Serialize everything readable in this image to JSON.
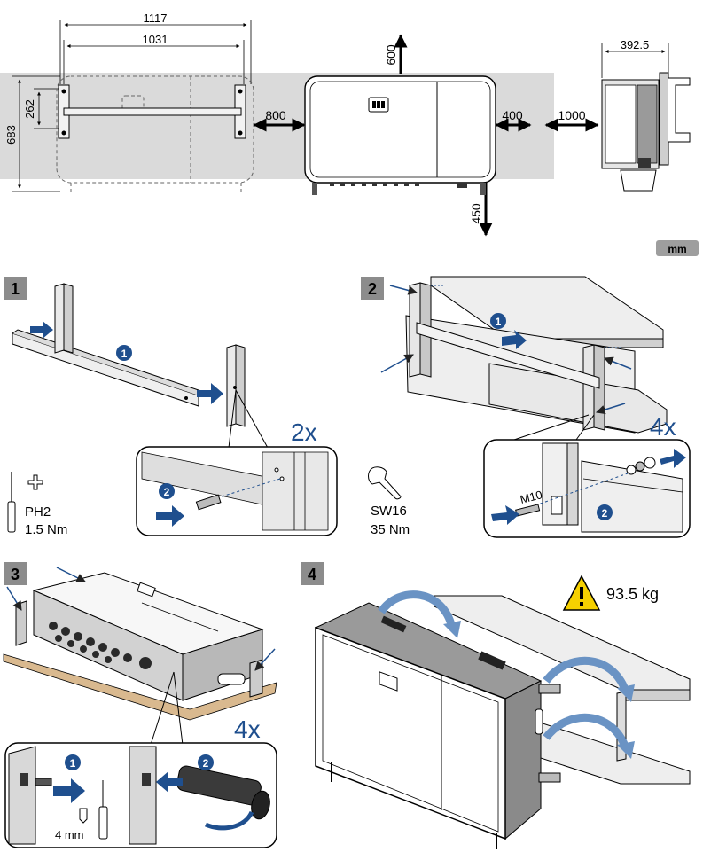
{
  "dimensions": {
    "width_total": "1117",
    "width_bracket": "1031",
    "height_total": "683",
    "height_bracket": "262",
    "clearance_top": "600",
    "clearance_left": "800",
    "clearance_right": "400",
    "clearance_bottom": "450",
    "clearance_front": "1000",
    "depth": "392.5"
  },
  "unit_badge": "mm",
  "steps": {
    "s1": {
      "number": "1",
      "sub1": "1",
      "sub2": "2",
      "repeat": "2x"
    },
    "s2": {
      "number": "2",
      "sub1": "1",
      "sub2": "2",
      "repeat": "4x",
      "bolt": "M10"
    },
    "s3": {
      "number": "3",
      "sub1": "1",
      "sub2": "2",
      "repeat": "4x",
      "hex_size": "4 mm"
    },
    "s4": {
      "number": "4",
      "weight": "93.5 kg"
    }
  },
  "tools": {
    "screwdriver": {
      "type": "PH2",
      "torque": "1.5 Nm"
    },
    "wrench": {
      "size": "SW16",
      "torque": "35 Nm"
    }
  },
  "colors": {
    "wall": "#d9d9d9",
    "step_badge": "#8c8c8c",
    "callout_blue": "#1f4f8e",
    "arrow_blue": "#1f4f8e",
    "board": "#d9b98f",
    "warning_yellow": "#f5d000",
    "device_gray": "#8f8f8f"
  }
}
